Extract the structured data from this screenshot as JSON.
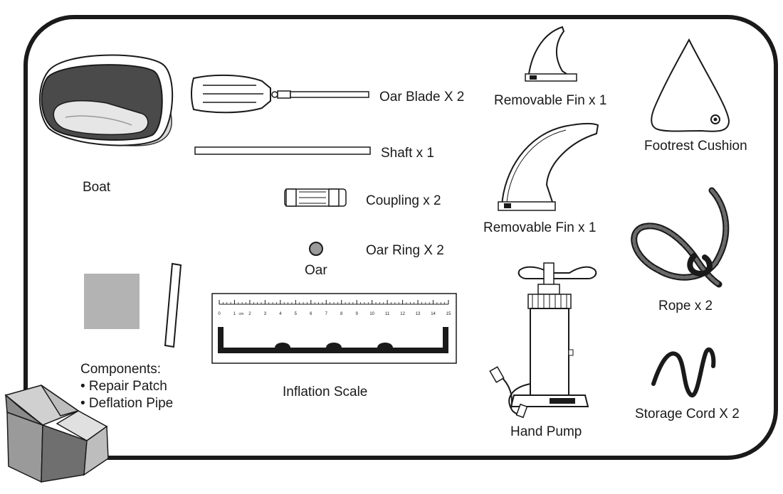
{
  "labels": {
    "boat": "Boat",
    "oar_blade": "Oar Blade X 2",
    "shaft": "Shaft x 1",
    "coupling": "Coupling x 2",
    "oar_ring": "Oar Ring X 2",
    "oar": "Oar",
    "removable_fin_1": "Removable Fin x 1",
    "removable_fin_2": "Removable Fin x 1",
    "footrest_cushion": "Footrest Cushion",
    "rope": "Rope x 2",
    "storage_cord": "Storage Cord X 2",
    "hand_pump": "Hand Pump",
    "inflation_scale": "Inflation Scale",
    "components_title": "Components:",
    "components_items": [
      "• Repair Patch",
      "• Deflation Pipe"
    ]
  },
  "scale": {
    "unit": "cm",
    "ticks": [
      "0",
      "1",
      "2",
      "3",
      "4",
      "5",
      "6",
      "7",
      "8",
      "9",
      "10",
      "11",
      "12",
      "13",
      "14",
      "15"
    ]
  },
  "colors": {
    "outline": "#1a1a1a",
    "boat_tube": "#4a4a4a",
    "patch": "#b3b3b3",
    "rope": "#3a3a3a",
    "box_dark": "#6f6f6f",
    "box_light": "#bdbdbd"
  }
}
